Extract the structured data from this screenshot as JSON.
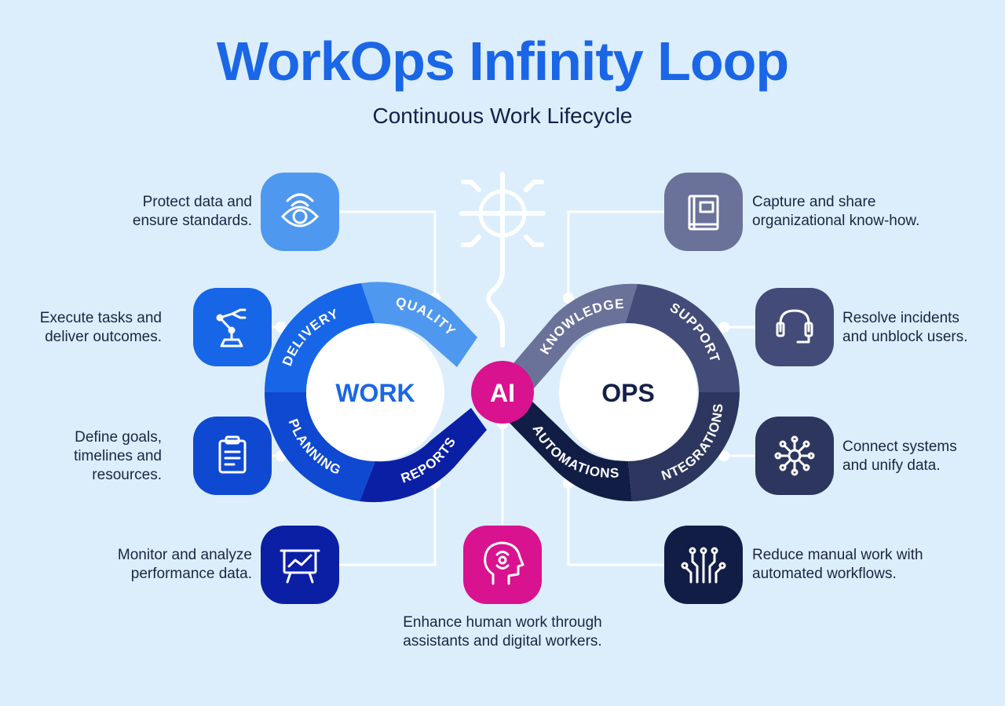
{
  "title": "WorkOps Infinity Loop",
  "subtitle": "Continuous Work Lifecycle",
  "hubs": {
    "work": "WORK",
    "ai": "AI",
    "ops": "OPS"
  },
  "segments": {
    "delivery": "DELIVERY",
    "quality": "QUALITY",
    "planning": "PLANNING",
    "reports": "REPORTS",
    "knowledge": "KNOWLEDGE",
    "support": "SUPPORT",
    "automations": "AUTOMATIONS",
    "integrations": "INTEGRATIONS"
  },
  "descriptions": {
    "quality": "Protect data and\nensure standards.",
    "delivery": "Execute tasks and\ndeliver outcomes.",
    "planning": "Define goals,\ntimelines and\nresources.",
    "reports": "Monitor and analyze\nperformance data.",
    "ai": "Enhance human work through\nassistants and digital workers.",
    "knowledge": "Capture and share\norganizational know-how.",
    "support": "Resolve incidents\nand unblock users.",
    "integrations": "Connect systems\nand unify data.",
    "automations": "Reduce manual work with\nautomated workflows."
  },
  "icons": {
    "quality": "eye-icon",
    "delivery": "robot-arm-icon",
    "planning": "clipboard-icon",
    "reports": "presentation-chart-icon",
    "ai": "ai-head-icon",
    "knowledge": "book-icon",
    "support": "headset-icon",
    "integrations": "network-hub-icon",
    "automations": "circuit-icon",
    "decor": "circuit-sun-icon"
  },
  "colors": {
    "background": "#dceefc",
    "title": "#1a66e6",
    "ai": "#d9128f",
    "quality": "#4f98ef",
    "delivery": "#1766e8",
    "planning": "#0f49d1",
    "reports": "#0b1fa5",
    "knowledge": "#6b7299",
    "support": "#434b78",
    "integrations": "#2c365e",
    "automations": "#111d45"
  }
}
